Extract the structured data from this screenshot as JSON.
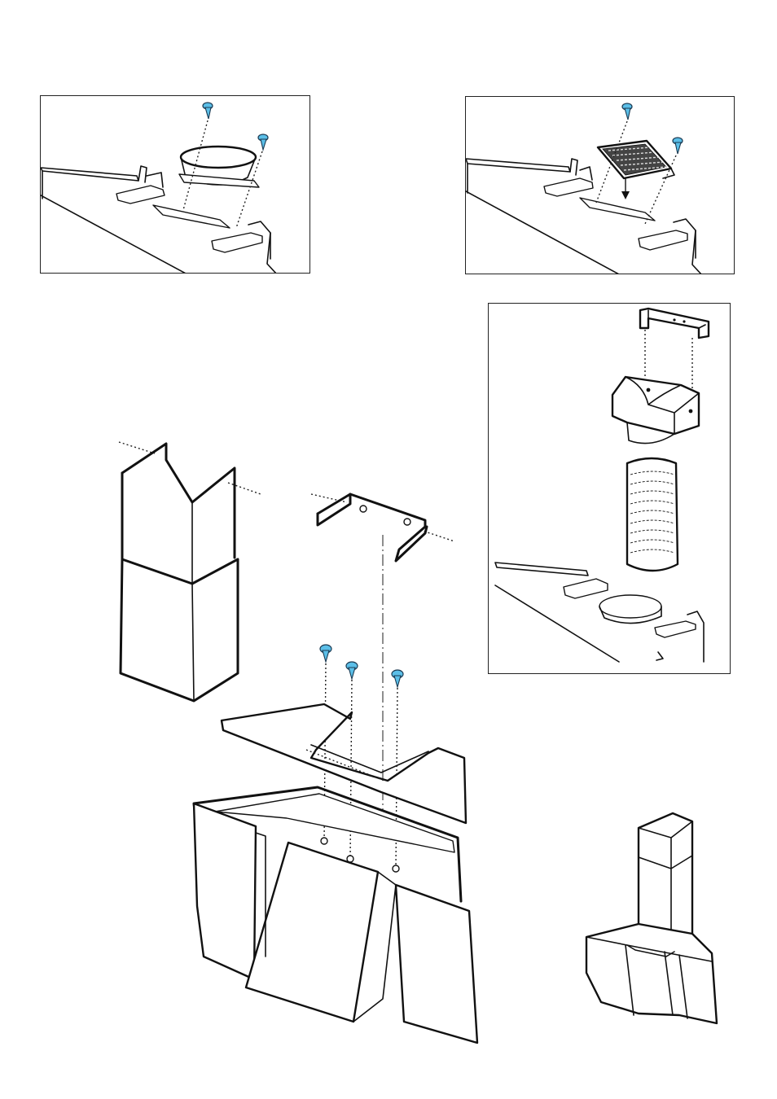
{
  "figure": {
    "panels": [
      {
        "id": "panel-top-left",
        "content": "ducting-collar-installation"
      },
      {
        "id": "panel-top-right",
        "content": "carbon-filter-installation"
      },
      {
        "id": "panel-right",
        "content": "air-deflector-and-flexible-duct"
      }
    ],
    "main_assembly": [
      "chimney-upper-section",
      "chimney-lower-section",
      "chimney-bracket",
      "top-cover-plate",
      "hood-body",
      "glass-panels"
    ],
    "inset": "assembled-hood-preview",
    "screw_color": "#5bbfe8",
    "line_color": "#111111"
  }
}
